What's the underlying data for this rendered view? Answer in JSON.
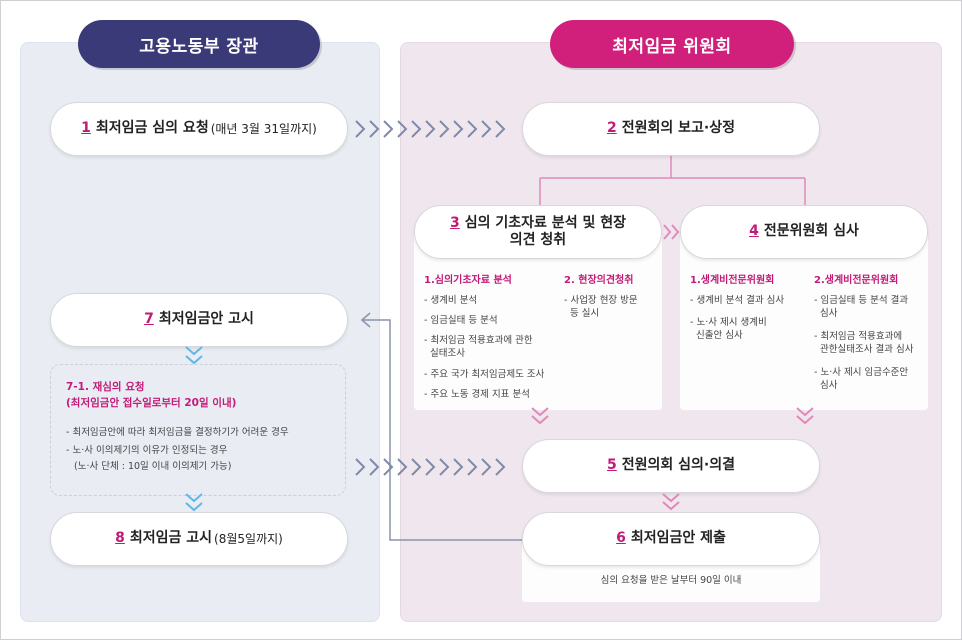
{
  "headers": {
    "left": "고용노동부 장관",
    "right": "최저임금 위원회"
  },
  "steps": {
    "s1": {
      "num": "1",
      "label": "최저임금 심의 요청",
      "sub": "(매년 3월 31일까지)"
    },
    "s2": {
      "num": "2",
      "label": "전원회의 보고·상정"
    },
    "s3": {
      "num": "3",
      "label": "심의 기초자료 분석 및 현장",
      "label2": "의견 청취"
    },
    "s4": {
      "num": "4",
      "label": "전문위원회 심사"
    },
    "s5": {
      "num": "5",
      "label": "전원의회 심의·의결"
    },
    "s6": {
      "num": "6",
      "label": "최저임금안 제출",
      "note": "심의 요청을 받은 날부터 90일 이내"
    },
    "s7": {
      "num": "7",
      "label": "최저임금안 고시"
    },
    "s8": {
      "num": "8",
      "label": "최저임금 고시",
      "sub": "(8월5일까지)"
    }
  },
  "step3_detail": {
    "col1_title": "1.심의기초자료 분석",
    "col1_items": [
      "- 생계비 분석",
      "- 임금실태 등 분석",
      "- 최저임금 적용효과에 관한\n  실태조사",
      "- 주요 국가 최저임금제도 조사",
      "- 주요 노동 경제 지표 분석"
    ],
    "col2_title": "2. 현장의견청취",
    "col2_items": [
      "- 사업장 현장 방문\n  등 실시"
    ]
  },
  "step4_detail": {
    "col1_title": "1.생계비전문위원회",
    "col1_items": [
      "- 생계비 분석 결과 심사",
      "- 노·사 제시 생계비\n  신출안 심사"
    ],
    "col2_title": "2.생계비전문위원회",
    "col2_items": [
      "- 임금실태 등 분석 결과\n  심사",
      "- 최저임금 적용효과에\n  관한실태조사 결과 심사",
      "- 노·사 제시 임금수준안\n  심사"
    ]
  },
  "step71": {
    "title1": "7-1. 재심의 요청",
    "title2": "(최저임금안 접수일로부터 20일 이내)",
    "item1": "- 최저임금안에 따라 최저임금을 결정하기가 어려운 경우",
    "item2": "- 노·사 이의제기의 이유가 인정되는 경우",
    "item2b": "(노·사 단체 : 10일 이내 이의제기 가능)"
  },
  "colors": {
    "navy": "#3b3a78",
    "magenta": "#d0207b",
    "accent_text": "#c21a77",
    "arrow_blue": "#7f8aa8",
    "arrow_light_blue": "#5fb7e6",
    "arrow_pink": "#e08abb"
  }
}
